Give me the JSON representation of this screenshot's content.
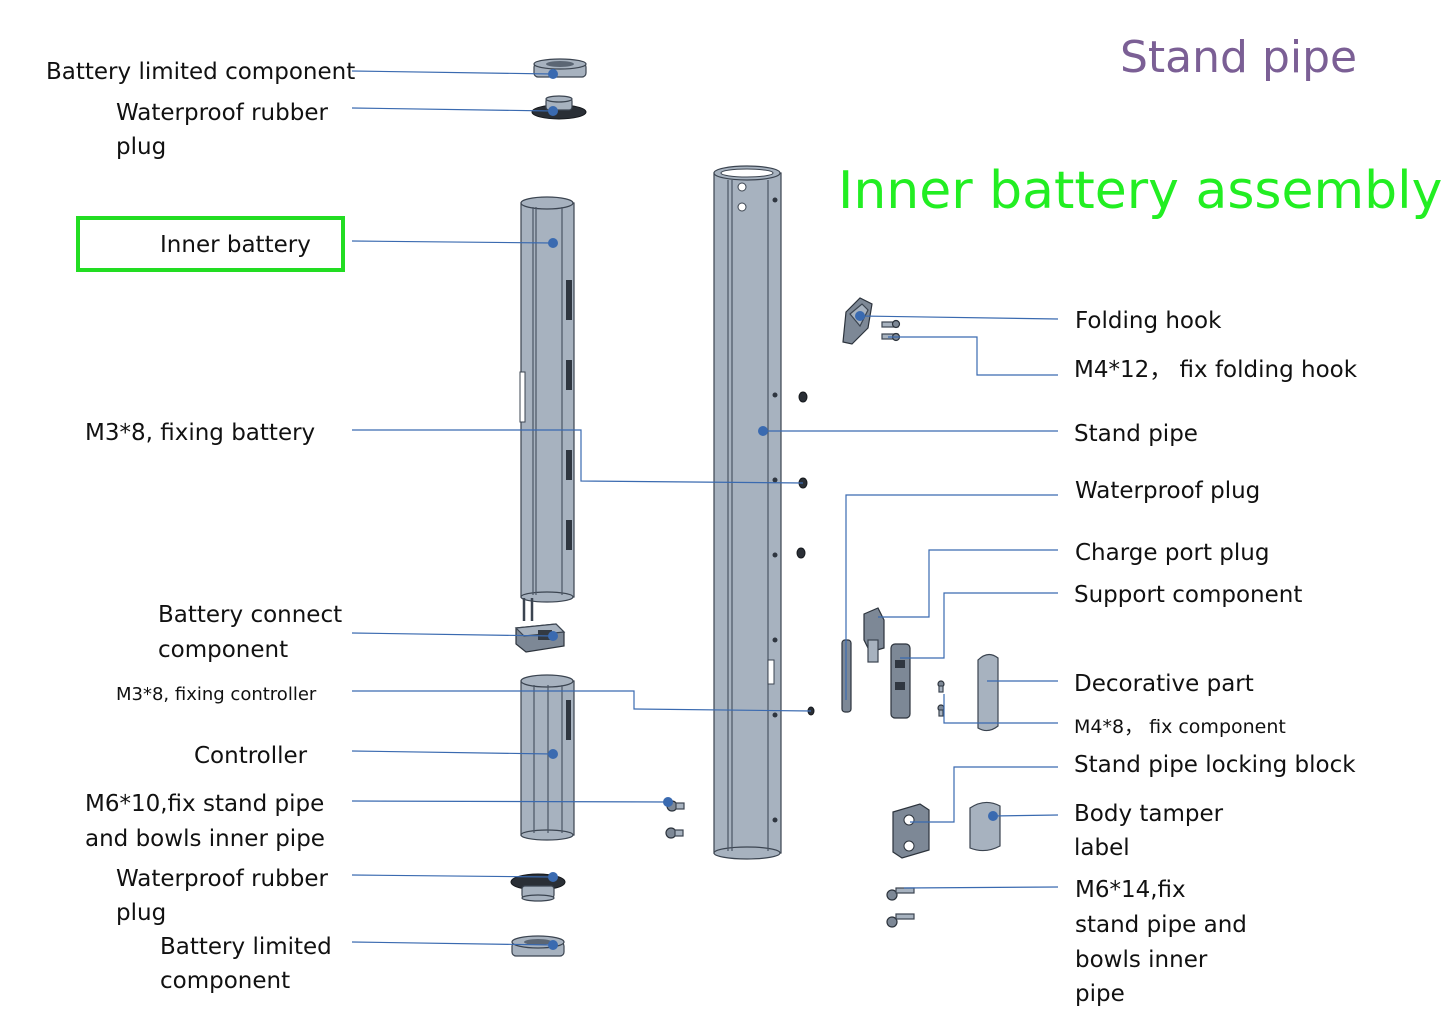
{
  "title": "Stand pipe",
  "subtitle": "Inner battery assembly",
  "colors": {
    "title": "#7b5f95",
    "subtitle": "#22ee22",
    "leader": "#3a6ab0",
    "highlight": "#22dd22",
    "metal": "#a7b2bf"
  },
  "left_labels": {
    "battery_limited_top": "Battery limited component",
    "waterproof_rubber_top": [
      "Waterproof rubber",
      "plug"
    ],
    "inner_battery": "Inner battery",
    "m3_fixing_battery": "M3*8, fixing battery",
    "battery_connect": [
      "Battery connect",
      "component"
    ],
    "m3_fixing_controller": "M3*8, fixing controller",
    "controller": "Controller",
    "m6_fix_left": [
      "M6*10,fix stand pipe",
      "and bowls inner pipe"
    ],
    "waterproof_rubber_bottom": [
      "Waterproof rubber",
      "plug"
    ],
    "battery_limited_bottom": [
      "Battery limited",
      "component"
    ]
  },
  "right_labels": {
    "folding_hook": "Folding hook",
    "m4_fix_folding_hook": "M4*12，  fix folding hook",
    "stand_pipe": "Stand pipe",
    "waterproof_plug": "Waterproof plug",
    "charge_port_plug": "Charge port plug",
    "support_component": "Support component",
    "decorative_part": "Decorative part",
    "m4_fix_component": "M4*8，  fix component",
    "locking_block": "Stand pipe locking block",
    "body_tamper": [
      "Body tamper",
      "label"
    ],
    "m6_fix_right": [
      "M6*14,fix",
      "stand pipe and",
      "bowls inner",
      "pipe"
    ]
  }
}
